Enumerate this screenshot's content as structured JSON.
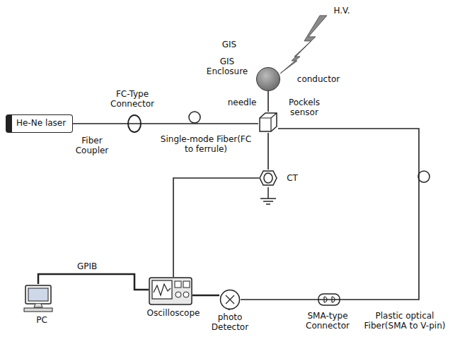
{
  "diagram": {
    "nodes": [
      {
        "text": [
          "He-Ne laser"
        ]
      },
      {
        "text": [
          "conductor"
        ]
      },
      {
        "text": [
          "Pockels sensor"
        ]
      },
      {
        "text": [
          "CT"
        ]
      },
      {
        "text": [
          "Oscilloscope"
        ]
      },
      {
        "text": [
          "photo Detector"
        ]
      },
      {
        "text": [
          "PC"
        ]
      }
    ],
    "edges": [
      {
        "from": 0,
        "to": 2,
        "arrow": "none"
      },
      {
        "from": 1,
        "to": 2,
        "arrow": "none"
      },
      {
        "from": 2,
        "to": 3,
        "arrow": "none"
      },
      {
        "from": 2,
        "to": 5,
        "arrow": "none"
      },
      {
        "from": 5,
        "to": 4,
        "arrow": "none"
      },
      {
        "from": 3,
        "to": 4,
        "arrow": "none"
      },
      {
        "from": 4,
        "to": 6,
        "label": "GPIB",
        "arrow": "none"
      }
    ],
    "labels": [
      "H.V.",
      "GIS",
      "GIS Enclosure",
      "FC-Type Connector",
      "Fiber Coupler",
      "Single-mode Fiber(FC to ferrule)",
      "needle",
      "SMA-type Connector",
      "Plastic optical Fiber(SMA to V-pin)"
    ]
  }
}
